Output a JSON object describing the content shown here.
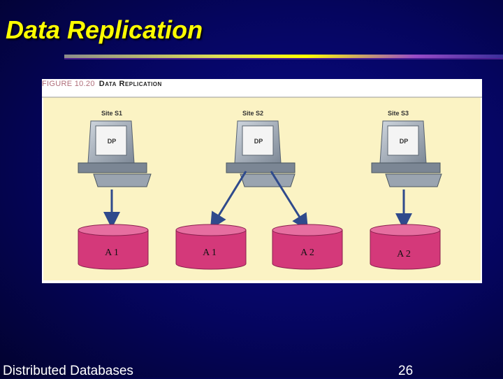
{
  "slide": {
    "title": "Data Replication",
    "footer_text": "Distributed Databases",
    "page_number": "26"
  },
  "figure": {
    "number": "FIGURE 10.20",
    "name": "Data Replication"
  },
  "diagram": {
    "sites": [
      {
        "label": "Site S1",
        "processor": "DP"
      },
      {
        "label": "Site S2",
        "processor": "DP"
      },
      {
        "label": "Site S3",
        "processor": "DP"
      }
    ],
    "databases": [
      {
        "label": "A 1"
      },
      {
        "label": "A 1"
      },
      {
        "label": "A 2"
      },
      {
        "label": "A 2"
      }
    ],
    "connections": [
      {
        "from": "Site S1",
        "to": "A 1"
      },
      {
        "from": "Site S2",
        "to": "A 1"
      },
      {
        "from": "Site S2",
        "to": "A 2"
      },
      {
        "from": "Site S3",
        "to": "A 2"
      }
    ]
  },
  "colors": {
    "title": "#ffff00",
    "background": "#05055e",
    "diagram_background": "#fbf3c4",
    "database_fill": "#d4397a",
    "arrow": "#2f4a8c"
  }
}
